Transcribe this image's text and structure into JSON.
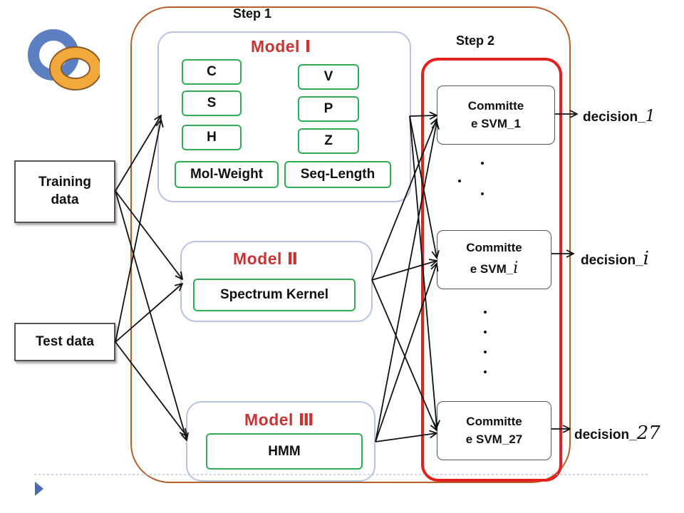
{
  "steps": {
    "step1": "Step 1",
    "step2": "Step 2"
  },
  "inputs": {
    "training": [
      "Training",
      "data"
    ],
    "test": "Test data"
  },
  "model1": {
    "title": "Model Ⅰ",
    "left_features": [
      "C",
      "S",
      "H"
    ],
    "right_features": [
      "V",
      "P",
      "Z"
    ],
    "bottom_features": [
      "Mol-Weight",
      "Seq-Length"
    ]
  },
  "model2": {
    "title": "Model Ⅱ",
    "feature": "Spectrum Kernel"
  },
  "model3": {
    "title": "Model Ⅲ",
    "feature": "HMM"
  },
  "committees": [
    {
      "line1": "Committe",
      "line2": "e SVM_1"
    },
    {
      "line1": "Committe",
      "line2": "e SVM_",
      "var": "i"
    },
    {
      "line1": "Committe",
      "line2": "e SVM_27"
    }
  ],
  "decisions": [
    {
      "label": "decision_",
      "var": "1"
    },
    {
      "label": "decision_",
      "var": "i"
    },
    {
      "label": "decision_",
      "var": "27"
    }
  ],
  "colors": {
    "outer_border": "#b5602a",
    "highlight": "#e3211f",
    "feature_border": "#2fae57",
    "model_title": "#c83333",
    "panel_border": "#b9c3dd",
    "logo_blue": "#5b7fc0",
    "logo_orange": "#f2a93b"
  }
}
